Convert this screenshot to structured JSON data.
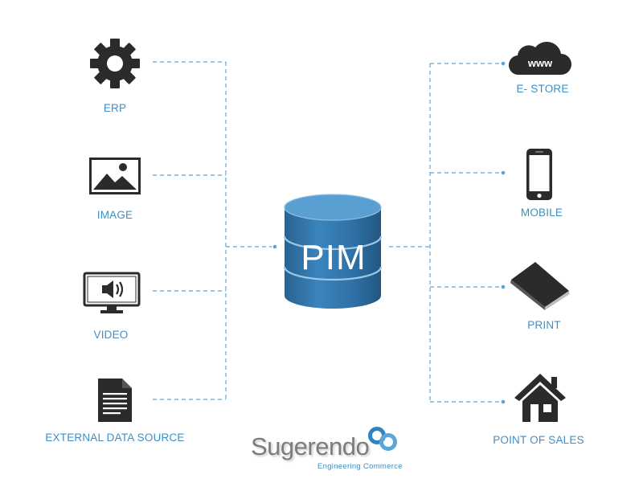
{
  "center": {
    "label": "PIM"
  },
  "sources": [
    {
      "label": "ERP",
      "icon": "gear-icon"
    },
    {
      "label": "IMAGE",
      "icon": "image-icon"
    },
    {
      "label": "VIDEO",
      "icon": "monitor-speaker-icon"
    },
    {
      "label": "EXTERNAL DATA SOURCE",
      "icon": "document-icon"
    }
  ],
  "outputs": [
    {
      "label": "E- STORE",
      "icon": "cloud-www-icon",
      "icon_text": "www"
    },
    {
      "label": "MOBILE",
      "icon": "smartphone-icon"
    },
    {
      "label": "PRINT",
      "icon": "book-icon"
    },
    {
      "label": "POINT OF SALES",
      "icon": "house-icon"
    }
  ],
  "brand": {
    "name": "Sugerendo",
    "tagline": "Engineering Commerce"
  },
  "colors": {
    "accent": "#3f8fc4",
    "connector": "#5aa6d6",
    "icon": "#2b2b2b",
    "database_top": "#5a9fd2",
    "database_body": "#2f6fa5"
  }
}
